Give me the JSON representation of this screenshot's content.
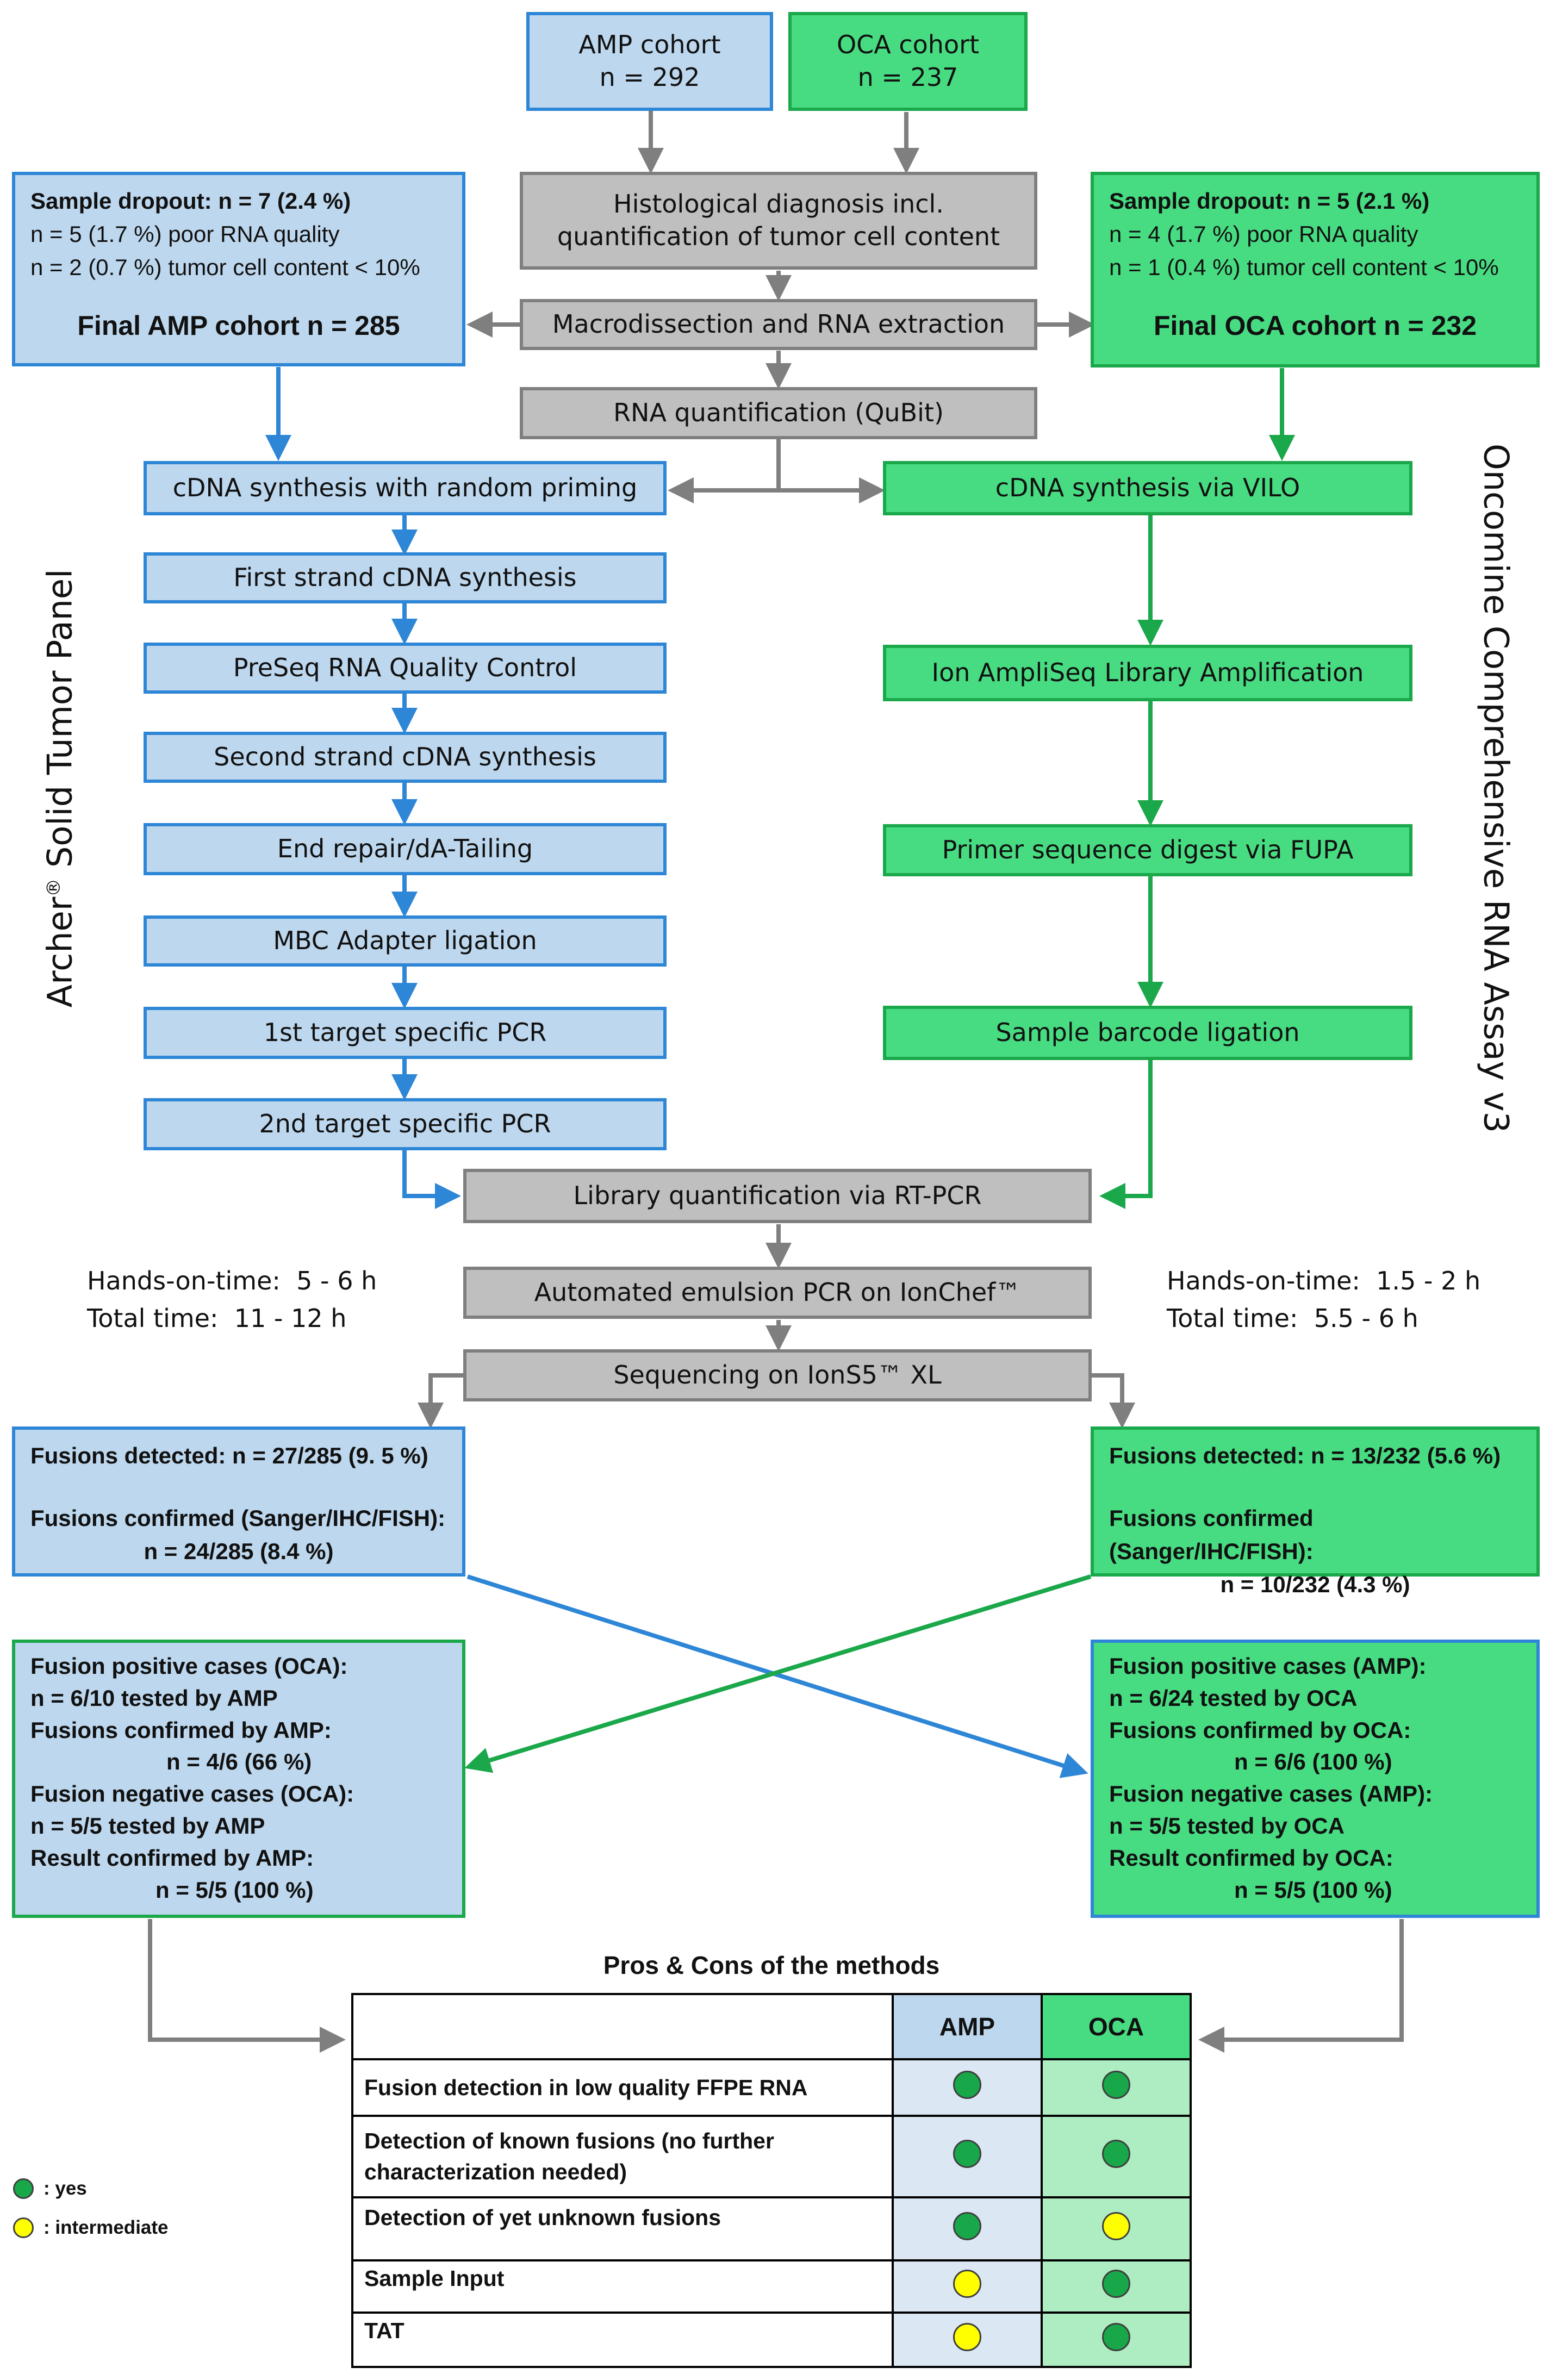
{
  "cohorts": {
    "amp": {
      "label": "AMP cohort",
      "n": "n = 292"
    },
    "oca": {
      "label": "OCA cohort",
      "n": "n = 237"
    }
  },
  "center_steps": {
    "histology": {
      "line1": "Histological diagnosis incl.",
      "line2": "quantification of tumor cell content"
    },
    "macro": "Macrodissection and RNA extraction",
    "rna_quant": "RNA quantification (QuBit)",
    "library_quant": "Library quantification via RT-PCR",
    "emulsion": "Automated emulsion PCR on IonChef™",
    "sequencing": "Sequencing on IonS5™ XL"
  },
  "dropout": {
    "amp": {
      "title": "Sample dropout:  n = 7 (2.4 %)",
      "line1": "n = 5 (1.7 %) poor RNA quality",
      "line2": "n = 2 (0.7 %) tumor cell content < 10%",
      "final": "Final AMP cohort n = 285"
    },
    "oca": {
      "title": "Sample dropout:  n = 5 (2.1 %)",
      "line1": "n = 4 (1.7 %) poor RNA quality",
      "line2": "n = 1 (0.4 %) tumor cell content < 10%",
      "final": "Final OCA cohort n = 232"
    }
  },
  "amp_steps": [
    "cDNA synthesis  with random priming",
    "First strand cDNA synthesis",
    "PreSeq RNA Quality Control",
    "Second strand cDNA synthesis",
    "End repair/dA-Tailing",
    "MBC Adapter ligation",
    "1st target specific PCR",
    "2nd target specific PCR"
  ],
  "oca_steps": [
    "cDNA synthesis  via VILO",
    "Ion AmpliSeq Library Amplification",
    "Primer sequence  digest via FUPA",
    "Sample barcode ligation"
  ],
  "panel_labels": {
    "amp_prefix": "Archer",
    "amp_reg": "®",
    "amp_suffix": " Solid Tumor Panel",
    "oca": "Oncomine Comprehensive RNA Assay v3"
  },
  "times": {
    "amp": {
      "hands_on": "Hands-on-time:  5 - 6 h",
      "total": "Total time:  11 - 12 h"
    },
    "oca": {
      "hands_on": "Hands-on-time:  1.5 - 2 h",
      "total": "Total time:  5.5 - 6 h"
    }
  },
  "fusions": {
    "amp": {
      "detected": "Fusions detected:  n = 27/285 (9. 5 %)",
      "confirmed": "Fusions confirmed (Sanger/IHC/FISH):",
      "confirmed_n": "n = 24/285 (8.4 %)"
    },
    "oca": {
      "detected": "Fusions detected:  n = 13/232 (5.6 %)",
      "confirmed": "Fusions confirmed (Sanger/IHC/FISH):",
      "confirmed_n": "n = 10/232 (4.3 %)"
    }
  },
  "cross": {
    "left": [
      "Fusion positive cases (OCA):",
      "n = 6/10 tested by AMP",
      "Fusions confirmed by AMP:",
      "n = 4/6 (66 %)",
      "Fusion negative cases (OCA):",
      "n = 5/5 tested by AMP",
      "Result confirmed by AMP:",
      "n = 5/5 (100 %)"
    ],
    "right": [
      "Fusion positive cases (AMP):",
      "n = 6/24 tested by OCA",
      "Fusions confirmed by OCA:",
      "n = 6/6 (100 %)",
      "Fusion negative cases (AMP):",
      "n = 5/5 tested by OCA",
      "Result confirmed by OCA:",
      "n = 5/5 (100 %)"
    ]
  },
  "table": {
    "title": "Pros & Cons of the methods",
    "col_amp": "AMP",
    "col_oca": "OCA",
    "rows": [
      {
        "label": "Fusion detection in low quality FFPE RNA",
        "amp": "yes",
        "oca": "yes"
      },
      {
        "label_line1": "Detection of known fusions (no further",
        "label_line2": "characterization needed)",
        "amp": "yes",
        "oca": "yes"
      },
      {
        "label": "Detection of yet unknown fusions",
        "amp": "yes",
        "oca": "intermediate"
      },
      {
        "label": "Sample Input",
        "amp": "intermediate",
        "oca": "yes"
      },
      {
        "label": "TAT",
        "amp": "intermediate",
        "oca": "yes"
      }
    ]
  },
  "legend": {
    "yes": ": yes",
    "intermediate": ": intermediate"
  },
  "colors": {
    "amp_fill": "#bdd7ee",
    "amp_border": "#2e86d6",
    "oca_fill": "#48dc82",
    "oca_border": "#1aa84a",
    "shared_fill": "#bfbfbf",
    "yes_dot": "#18a84a",
    "intermediate_dot": "#ffff00"
  }
}
